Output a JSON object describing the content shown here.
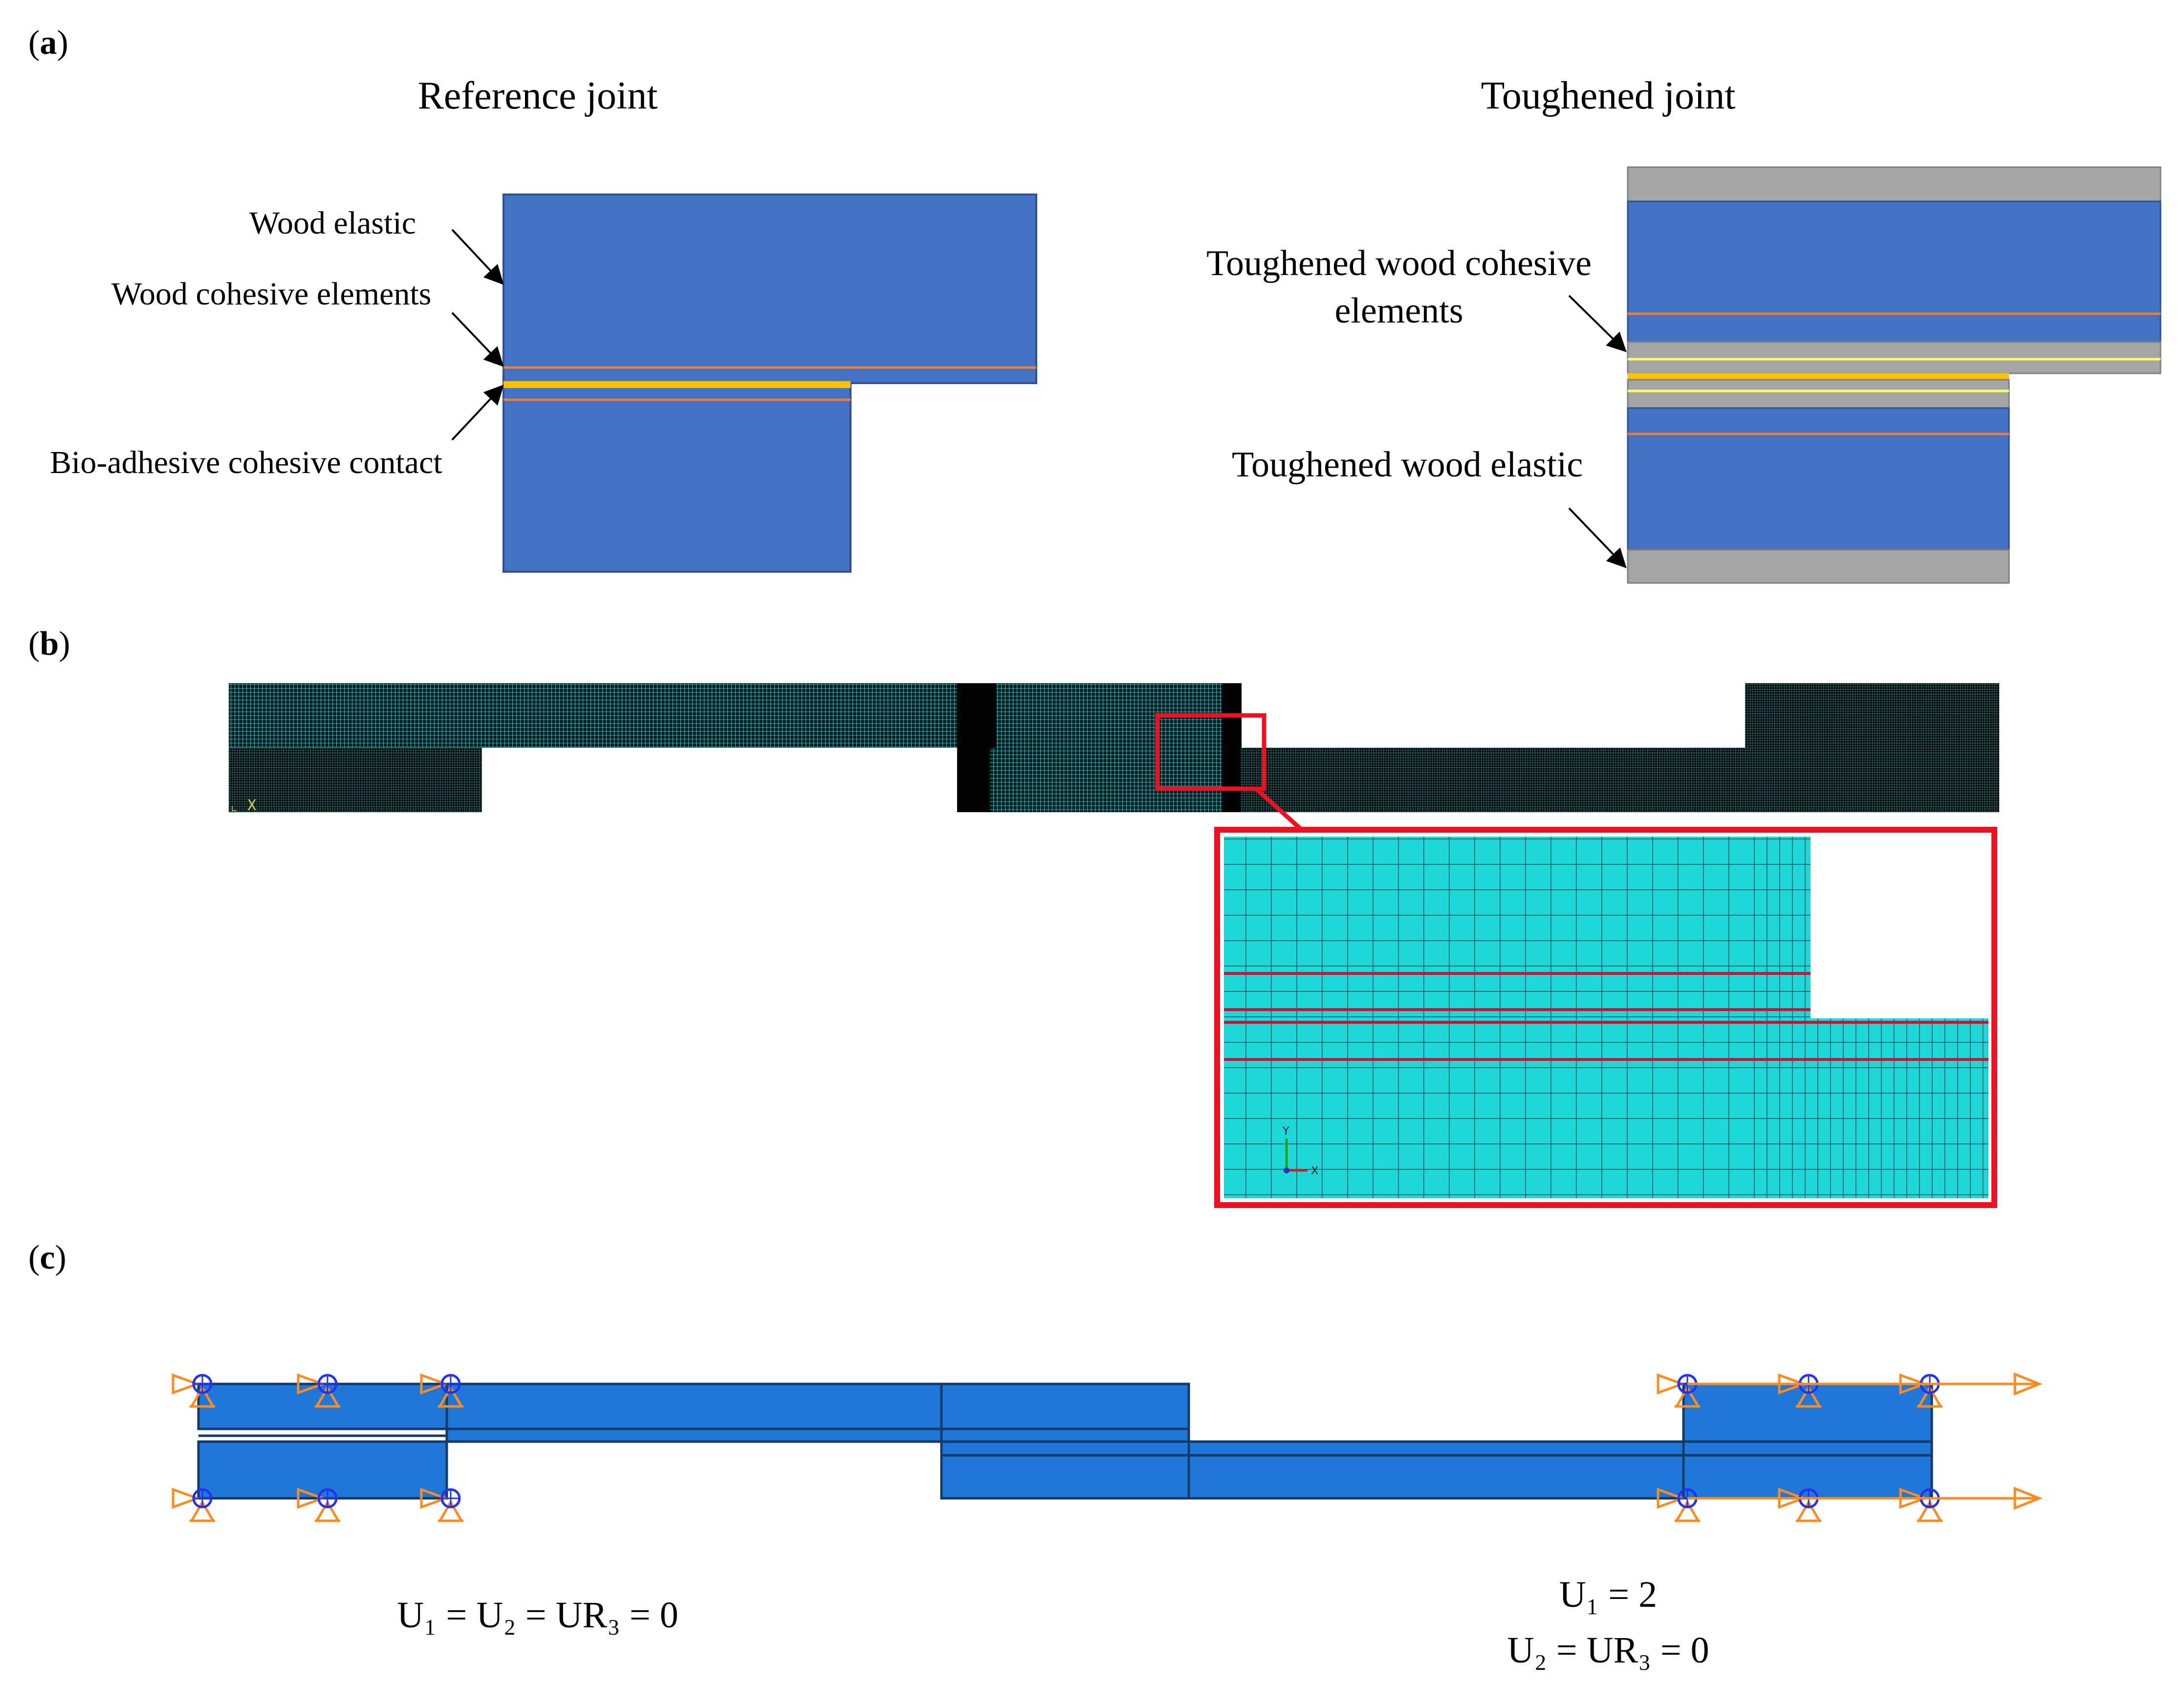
{
  "panel_a": {
    "tag_open": "(",
    "tag_letter": "a",
    "tag_close": ")",
    "reference_title": "Reference joint",
    "toughened_title": "Toughened joint",
    "labels": {
      "wood_elastic": "Wood elastic",
      "wood_cohesive": "Wood cohesive elements",
      "bio_adhesive": "Bio-adhesive cohesive contact",
      "tough_cohesive_line1": "Toughened wood cohesive",
      "tough_cohesive_line2": "elements",
      "tough_elastic": "Toughened wood elastic"
    },
    "colors": {
      "wood": "#4472C4",
      "cohesive_line": "#ED7D31",
      "adhesive": "#FFC000",
      "toughening": "#A6A6A6",
      "toughening_line": "#FFFF66"
    }
  },
  "panel_b": {
    "tag_open": "(",
    "tag_letter": "b",
    "tag_close": ")",
    "triad_y": "Y",
    "triad_x": "X",
    "colors": {
      "mesh_fill": "#1ED8D8",
      "mesh_line": "#0A5A66",
      "highlight": "#EE1122",
      "cohesive": "#CC1133"
    }
  },
  "panel_c": {
    "tag_open": "(",
    "tag_letter": "c",
    "tag_close": ")",
    "bc_left": "U₁ = U₂ = UR₃ = 0",
    "bc_right_line1": "U₁ = 2",
    "bc_right_line2": "U₂ = UR₃ = 0",
    "colors": {
      "part": "#1F78D8",
      "support": "#FF8A1E",
      "constraint": "#2233EE"
    }
  }
}
